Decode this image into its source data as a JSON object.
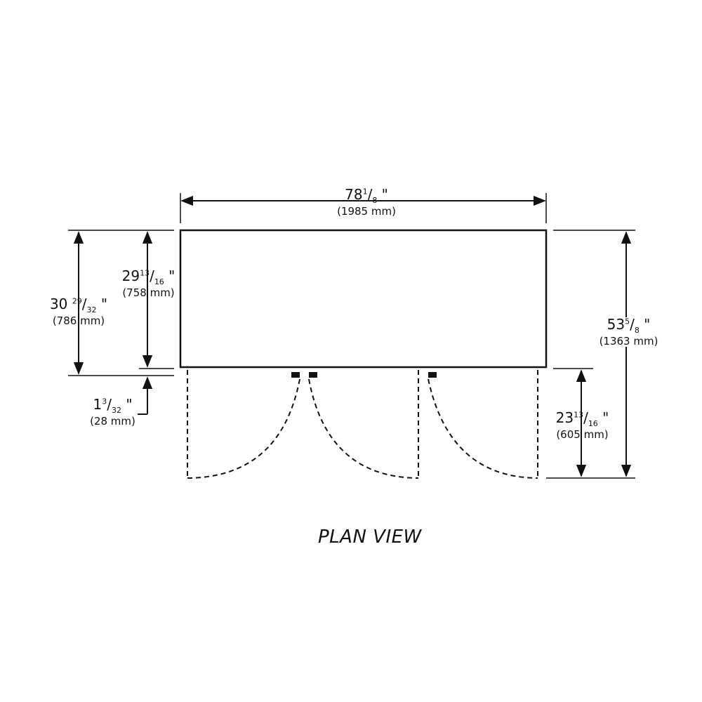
{
  "title": "PLAN VIEW",
  "dimensions": {
    "width": {
      "whole": "78",
      "num": "1",
      "den": "8",
      "mark": "\"",
      "metric": "(1985 mm)"
    },
    "depth_cabinet": {
      "whole": "29",
      "num": "13",
      "den": "16",
      "mark": "\"",
      "metric": "(758 mm)"
    },
    "depth_total": {
      "whole": "30",
      "num": "29",
      "den": "32",
      "mark": "\"",
      "metric": "(786 mm)"
    },
    "handle": {
      "whole": "1",
      "num": "3",
      "den": "32",
      "mark": "\"",
      "metric": "(28 mm)"
    },
    "door_swing": {
      "whole": "23",
      "num": "13",
      "den": "16",
      "mark": "\"",
      "metric": "(605 mm)"
    },
    "overall": {
      "whole": "53",
      "num": "5",
      "den": "8",
      "mark": "\"",
      "metric": "(1363 mm)"
    }
  },
  "colors": {
    "line": "#111111",
    "background": "#ffffff"
  }
}
